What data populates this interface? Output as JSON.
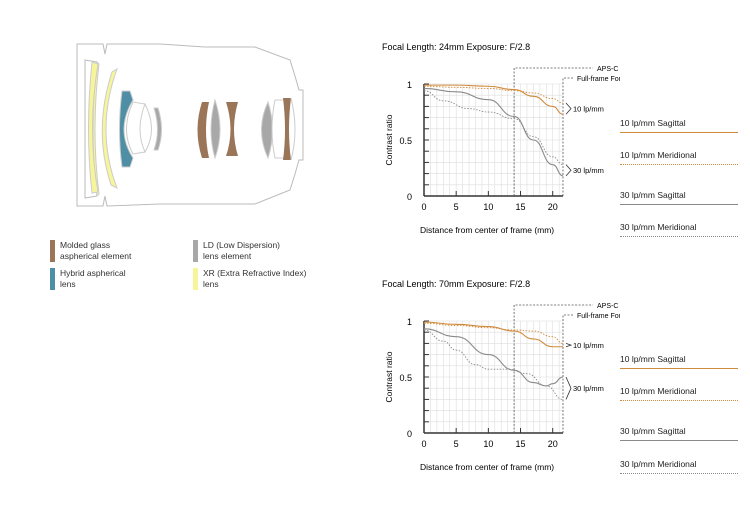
{
  "lens_legend": [
    {
      "label1": "Molded glass",
      "label2": "aspherical element",
      "color": "#9a7558"
    },
    {
      "label1": "LD (Low Dispersion)",
      "label2": "lens element",
      "color": "#a8a8a8"
    },
    {
      "label1": "Hybrid aspherical",
      "label2": "lens",
      "color": "#4e8fa6"
    },
    {
      "label1": "XR (Extra Refractive Index)",
      "label2": "lens",
      "color": "#f6f59a"
    }
  ],
  "series_legend": [
    "10 lp/mm Sagittal",
    "10 lp/mm Meridional",
    "30 lp/mm Sagittal",
    "30 lp/mm Meridional"
  ],
  "chart_data": [
    {
      "type": "line",
      "title": "Focal Length: 24mm   Exposure: F/2.8",
      "xlabel": "Distance from center of frame (mm)",
      "ylabel": "Contrast ratio",
      "xlim": [
        0,
        21.6
      ],
      "ylim": [
        0,
        1
      ],
      "xticks": [
        "0",
        "5",
        "10",
        "15",
        "20"
      ],
      "yticks": [
        "0",
        "0.5",
        "1"
      ],
      "markers": {
        "apsc": {
          "x": 14,
          "label": "APS-C Format"
        },
        "full": {
          "x": 21.6,
          "label": "Full-frame Format"
        }
      },
      "annotations": [
        "10 lp/mm",
        "30 lp/mm"
      ],
      "series": [
        {
          "name": "10 lp/mm Sagittal",
          "color": "#d08a3c",
          "dash": false,
          "x": [
            0,
            5,
            10,
            14,
            17,
            20,
            21.6
          ],
          "y": [
            0.99,
            0.99,
            0.98,
            0.95,
            0.89,
            0.8,
            0.73
          ]
        },
        {
          "name": "10 lp/mm Meridional",
          "color": "#d08a3c",
          "dash": true,
          "x": [
            0,
            5,
            10,
            14,
            17,
            20,
            21.6
          ],
          "y": [
            0.98,
            0.97,
            0.96,
            0.94,
            0.92,
            0.87,
            0.83
          ]
        },
        {
          "name": "30 lp/mm Sagittal",
          "color": "#8a8a8a",
          "dash": false,
          "x": [
            0,
            5,
            10,
            14,
            17,
            20,
            21.6
          ],
          "y": [
            0.96,
            0.93,
            0.86,
            0.71,
            0.5,
            0.28,
            0.18
          ]
        },
        {
          "name": "30 lp/mm Meridional",
          "color": "#8a8a8a",
          "dash": true,
          "x": [
            0,
            3,
            7,
            10,
            14,
            17,
            20,
            21.6
          ],
          "y": [
            0.94,
            0.85,
            0.78,
            0.75,
            0.69,
            0.53,
            0.35,
            0.28
          ]
        }
      ]
    },
    {
      "type": "line",
      "title": "Focal Length: 70mm   Exposure: F/2.8",
      "xlabel": "Distance from center of frame (mm)",
      "ylabel": "Contrast ratio",
      "xlim": [
        0,
        21.6
      ],
      "ylim": [
        0,
        1
      ],
      "xticks": [
        "0",
        "5",
        "10",
        "15",
        "20"
      ],
      "yticks": [
        "0",
        "0.5",
        "1"
      ],
      "markers": {
        "apsc": {
          "x": 14,
          "label": "APS-C Format"
        },
        "full": {
          "x": 21.6,
          "label": "Full-frame Format"
        }
      },
      "annotations": [
        "10 lp/mm",
        "30 lp/mm"
      ],
      "series": [
        {
          "name": "10 lp/mm Sagittal",
          "color": "#d08a3c",
          "dash": false,
          "x": [
            0,
            5,
            10,
            14,
            17,
            20,
            21.6
          ],
          "y": [
            0.99,
            0.97,
            0.95,
            0.91,
            0.84,
            0.77,
            0.77
          ]
        },
        {
          "name": "10 lp/mm Meridional",
          "color": "#d08a3c",
          "dash": true,
          "x": [
            0,
            5,
            10,
            14,
            17,
            20,
            21.6
          ],
          "y": [
            0.98,
            0.96,
            0.94,
            0.92,
            0.91,
            0.86,
            0.8
          ]
        },
        {
          "name": "30 lp/mm Sagittal",
          "color": "#8a8a8a",
          "dash": false,
          "x": [
            0,
            5,
            10,
            14,
            17,
            19,
            20,
            21.6
          ],
          "y": [
            0.93,
            0.86,
            0.7,
            0.56,
            0.45,
            0.42,
            0.44,
            0.5
          ]
        },
        {
          "name": "30 lp/mm Meridional",
          "color": "#8a8a8a",
          "dash": true,
          "x": [
            0,
            3,
            5,
            8,
            10,
            13,
            16,
            19,
            21.6
          ],
          "y": [
            0.92,
            0.82,
            0.74,
            0.61,
            0.57,
            0.57,
            0.53,
            0.42,
            0.3
          ]
        }
      ]
    }
  ]
}
